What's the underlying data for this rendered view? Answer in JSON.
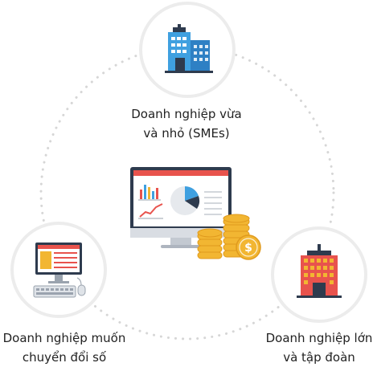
{
  "nodes": {
    "smes": {
      "line1": "Doanh nghiệp vừa",
      "line2": "và nhỏ (SMEs)",
      "icon": "office-building-icon"
    },
    "digital": {
      "line1": "Doanh nghiệp muốn",
      "line2": "chuyển đổi số",
      "icon": "desktop-computer-icon"
    },
    "large": {
      "line1": "Doanh nghiệp lớn",
      "line2": "và tập đoàn",
      "icon": "corporate-tower-icon"
    }
  },
  "center": {
    "icon": "dashboard-monitor-coins-icon"
  },
  "colors": {
    "circle_border": "#ececec",
    "dots": "#d9d9d9",
    "blue": "#3fa0e0",
    "red": "#e8534d",
    "gold": "#f2b632",
    "dark": "#2e3b4e"
  }
}
